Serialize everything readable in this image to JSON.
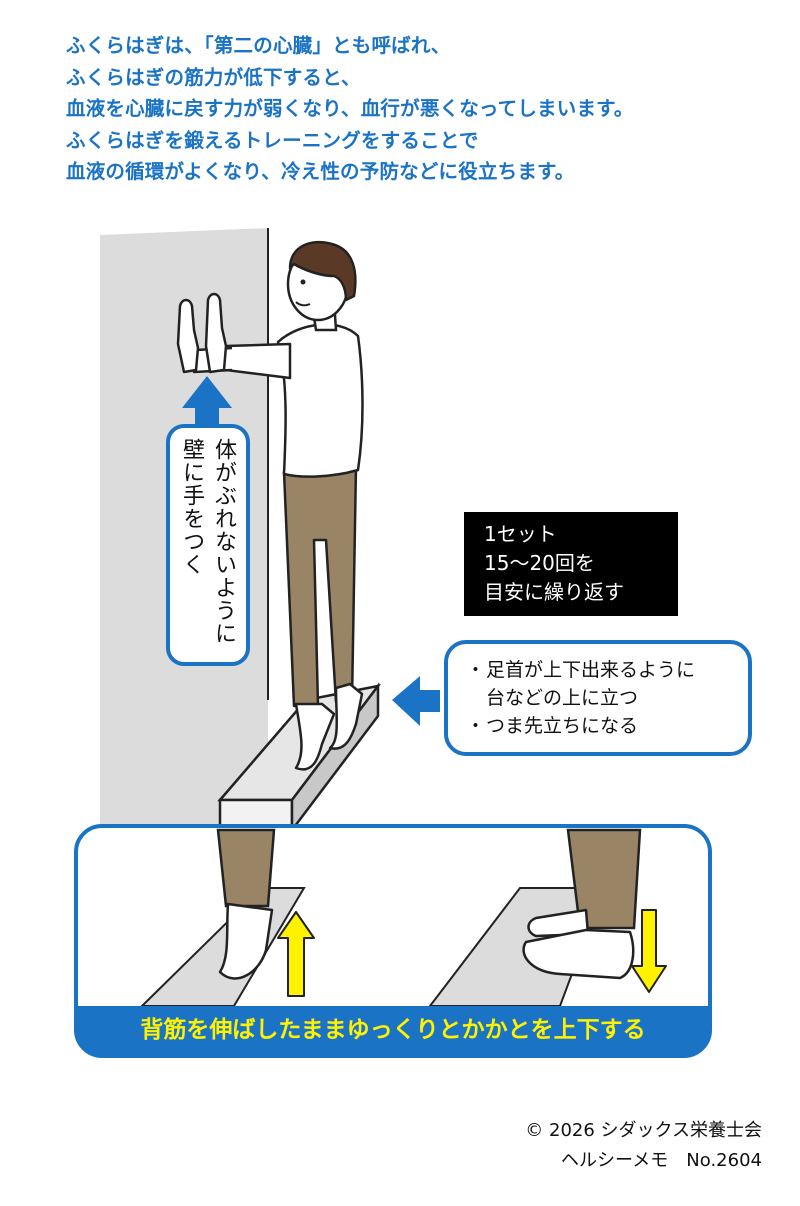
{
  "intro_lines": [
    "ふくらはぎは、「第二の心臓」とも呼ばれ、",
    "ふくらはぎの筋力が低下すると、",
    "血液を心臓に戻す力が弱くなり、血行が悪くなってしまいます。",
    "ふくらはぎを鍛えるトレーニングをすることで",
    "血液の循環がよくなり、冷え性の予防などに役立ちます。"
  ],
  "wall_note": {
    "col1": "体がぶれないように",
    "col2": "壁に手をつく"
  },
  "set_box": {
    "line1": "1セット",
    "line2": "15〜20回を",
    "line3": "目安に繰り返す"
  },
  "points": {
    "bullet": "・",
    "item1_line1": "足首が上下出来るように",
    "item1_line2": "台などの上に立つ",
    "item2": "つま先立ちになる"
  },
  "banner": "背筋を伸ばしたままゆっくりとかかとを上下する",
  "footer": {
    "line1": "© 2026 シダックス栄養士会",
    "line2": "ヘルシーメモ　No.2604"
  },
  "colors": {
    "accent_blue": "#1b73c6",
    "banner_text_yellow": "#fff200",
    "arrow_yellow": "#fff200",
    "wall_gray": "#dcdcdd",
    "pants_brown": "#9a8466"
  },
  "icons": [
    "arrow-up-icon",
    "arrow-left-icon",
    "arrow-up-yellow-icon",
    "arrow-down-yellow-icon"
  ]
}
